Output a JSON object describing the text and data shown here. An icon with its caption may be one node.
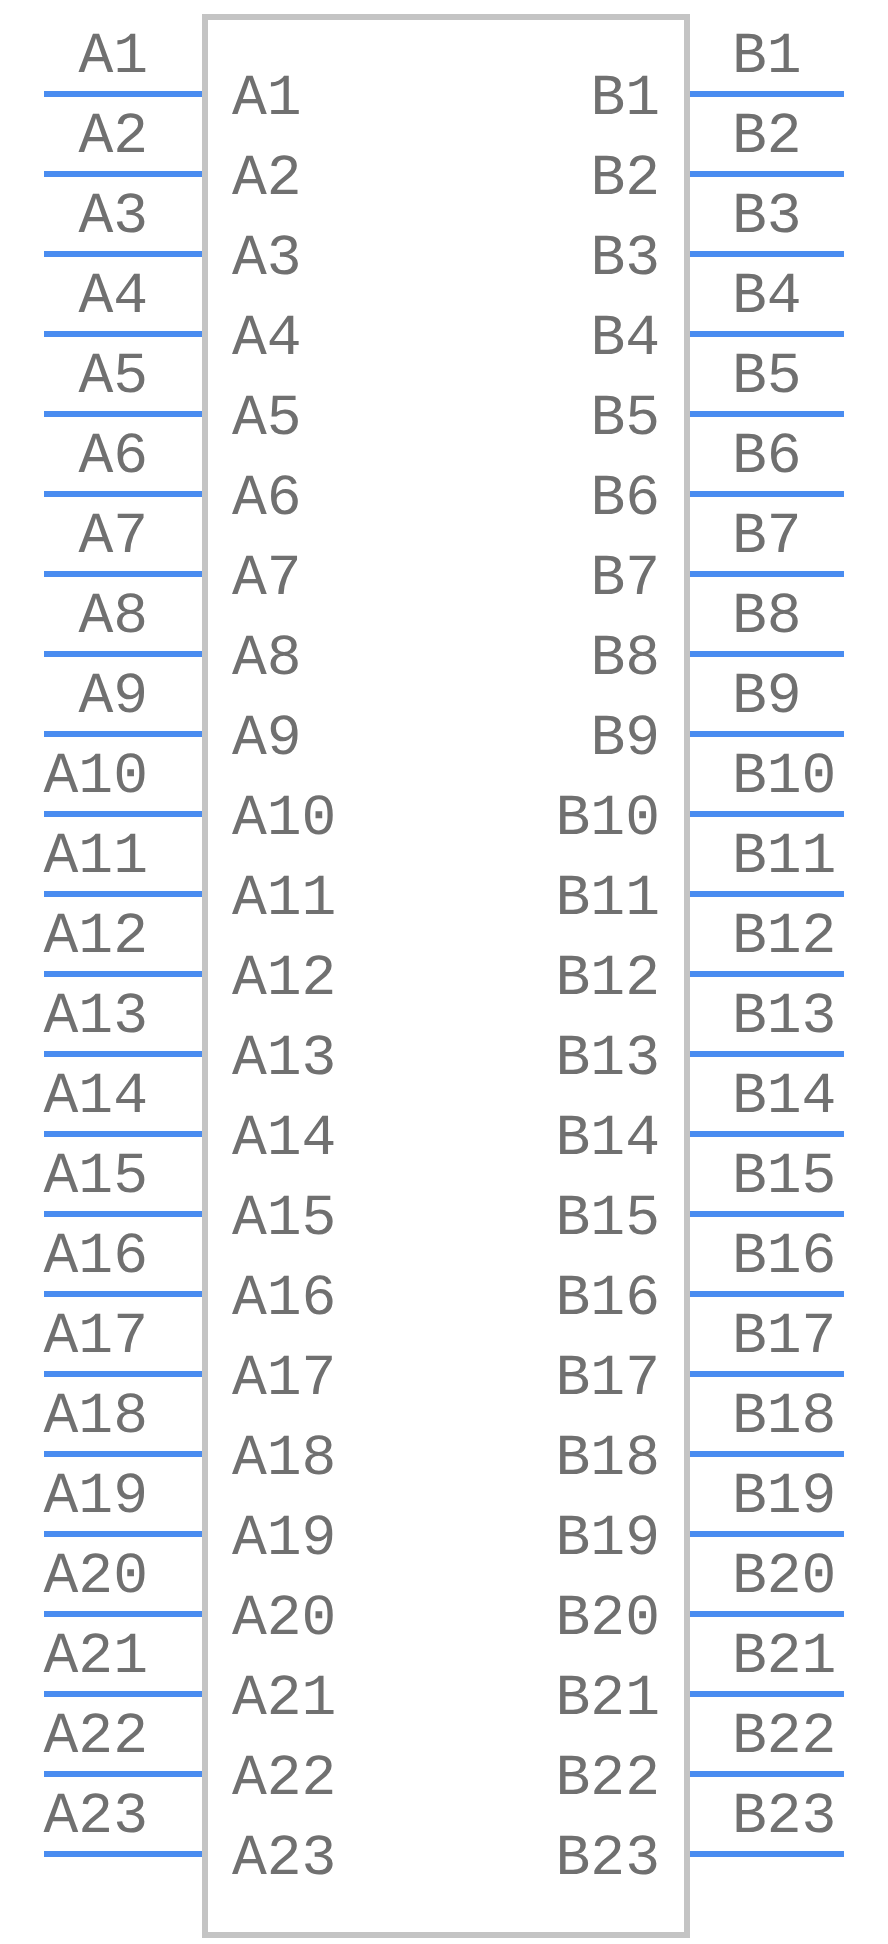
{
  "diagram": {
    "nodes": [
      {
        "text": [
          "A1",
          "B1",
          "A2",
          "B2",
          "A3",
          "B3",
          "A4",
          "B4",
          "A5",
          "B5",
          "A6",
          "B6",
          "A7",
          "B7",
          "A8",
          "B8",
          "A9",
          "B9",
          "A10",
          "B10",
          "A11",
          "B11",
          "A12",
          "B12",
          "A13",
          "B13",
          "A14",
          "B14",
          "A15",
          "B15",
          "A16",
          "B16",
          "A17",
          "B17",
          "A18",
          "B18",
          "A19",
          "B19",
          "A20",
          "B20",
          "A21",
          "B21",
          "A22",
          "B22",
          "A23",
          "B23"
        ]
      }
    ],
    "labels": [
      "A1",
      "B1",
      "A2",
      "B2",
      "A3",
      "B3",
      "A4",
      "B4",
      "A5",
      "B5",
      "A6",
      "B6",
      "A7",
      "B7",
      "A8",
      "B8",
      "A9",
      "B9",
      "A10",
      "B10",
      "A11",
      "B11",
      "A12",
      "B12",
      "A13",
      "B13",
      "A14",
      "B14",
      "A15",
      "B15",
      "A16",
      "B16",
      "A17",
      "B17",
      "A18",
      "B18",
      "A19",
      "B19",
      "A20",
      "B20",
      "A21",
      "B21",
      "A22",
      "B22",
      "A23",
      "B23"
    ]
  }
}
